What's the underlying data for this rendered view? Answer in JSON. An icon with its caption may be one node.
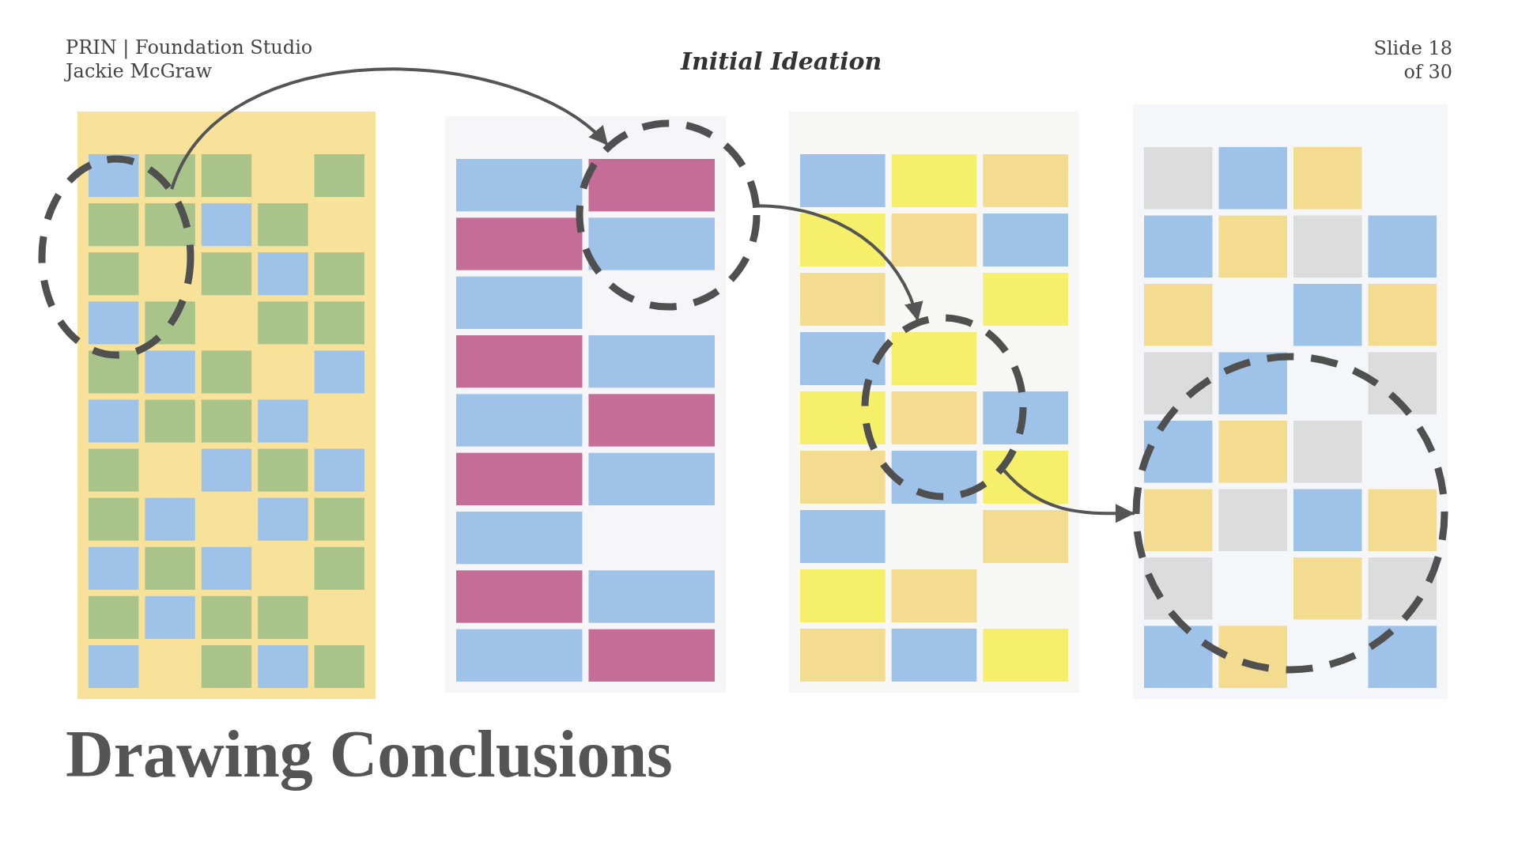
{
  "diagram": {
    "title": "Drawing Conclusions",
    "nodes": [
      {
        "text": [],
        "shape": "circle"
      },
      {
        "text": [],
        "shape": "circle"
      },
      {
        "text": [],
        "shape": "circle"
      },
      {
        "text": [],
        "shape": "circle"
      }
    ],
    "edges": [
      {
        "from": 0,
        "to": 1,
        "arrow": "to"
      },
      {
        "from": 1,
        "to": 2,
        "arrow": "to"
      },
      {
        "from": 2,
        "to": 3,
        "arrow": "to"
      }
    ],
    "labels": [
      "PRIN | Foundation Studio",
      "Jackie McGraw",
      "Initial Ideation",
      "Slide 18 of 30"
    ]
  }
}
